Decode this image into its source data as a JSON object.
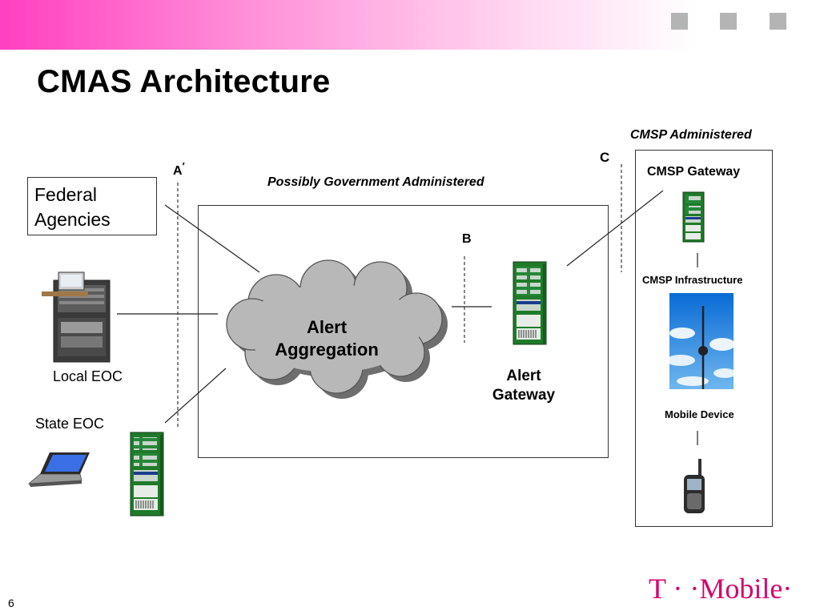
{
  "slide": {
    "title": "CMAS Architecture",
    "page_number": "6"
  },
  "labels": {
    "federal_agencies_line1": "Federal",
    "federal_agencies_line2": "Agencies",
    "local_eoc": "Local EOC",
    "state_eoc": "State EOC",
    "possibly_gov": "Possibly Government Administered",
    "cmsp_administered": "CMSP Administered",
    "cmsp_gateway": "CMSP Gateway",
    "cmsp_infrastructure": "CMSP Infrastructure",
    "mobile_device": "Mobile Device",
    "alert_aggregation_line1": "Alert",
    "alert_aggregation_line2": "Aggregation",
    "alert_gateway_line1": "Alert",
    "alert_gateway_line2": "Gateway"
  },
  "interfaces": {
    "a_prime": "A",
    "a_prime_mark": "′",
    "b": "B",
    "c": "C"
  },
  "logo": {
    "text": "T · ·Mobile·",
    "color": "#d4006e"
  },
  "colors": {
    "top_band_accent": "#ff3fc0",
    "server_green": "#1f7a2a",
    "cloud_gray": "#b8b8b8"
  },
  "icons": [
    "server-rack-icon",
    "workstation-icon",
    "laptop-icon",
    "tower-photo",
    "mobile-phone-icon",
    "cloud-shape"
  ]
}
